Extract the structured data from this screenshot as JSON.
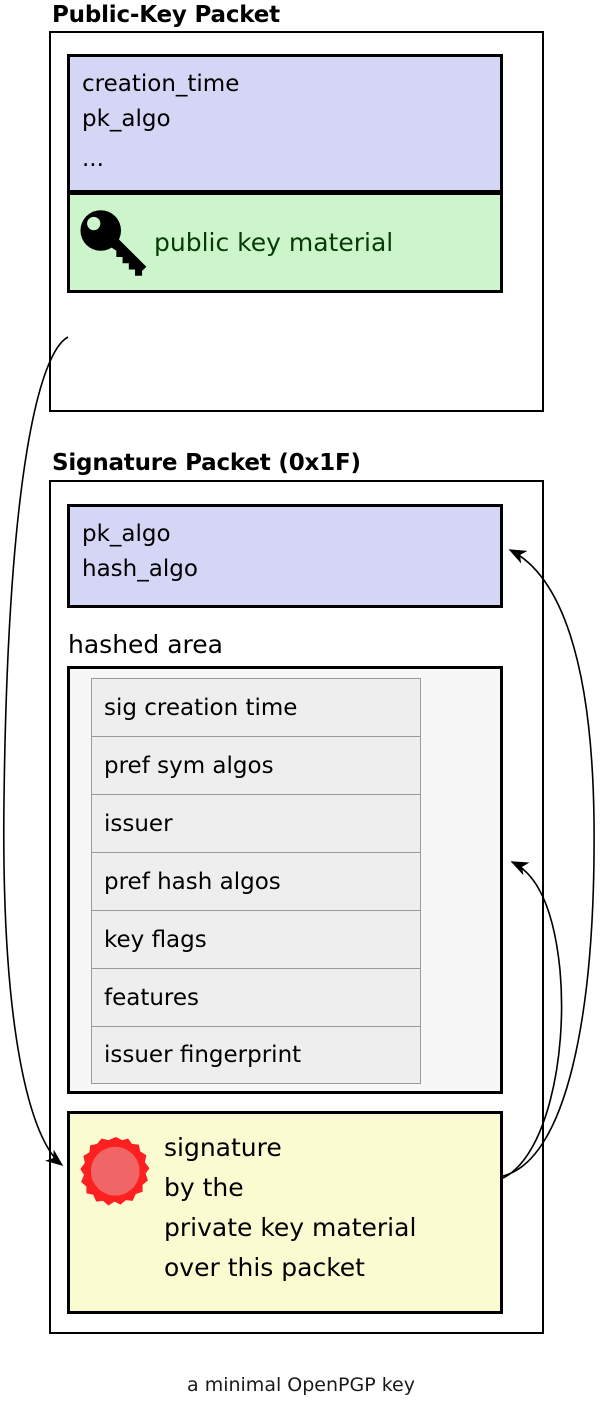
{
  "caption": "a minimal OpenPGP key",
  "colors": {
    "header_fill": "#d5d5f5",
    "key_material_fill": "#ccf5cc",
    "signature_fill": "#fbfbd2",
    "hashed_area_fill": "#f7f7f7",
    "subpacket_fill": "#eeeeee",
    "seal_red": "#fc2020",
    "seal_red_inner": "#f06565",
    "stroke": "#000000"
  },
  "public_key_packet": {
    "title": "Public-Key Packet",
    "header_fields": [
      "creation_time",
      "pk_algo",
      "..."
    ],
    "key_material": {
      "icon": "key-icon",
      "label": "public key material"
    }
  },
  "signature_packet": {
    "title": "Signature Packet (0x1F)",
    "header_fields": [
      "pk_algo",
      "hash_algo"
    ],
    "hashed_area": {
      "label": "hashed area",
      "subpackets": [
        "sig creation time",
        "pref sym algos",
        "issuer",
        "pref hash algos",
        "key flags",
        "features",
        "issuer fingerprint"
      ]
    },
    "signature_value": {
      "icon": "wax-seal-icon",
      "lines": [
        "signature",
        "by the",
        "private key material",
        "over this packet"
      ]
    }
  },
  "arrows": [
    {
      "name": "public-key-to-signature",
      "from": "public-key-packet",
      "to": "signature-value-box"
    },
    {
      "name": "signature-to-sig-header",
      "from": "signature-value-box",
      "to": "signature-header-box"
    },
    {
      "name": "signature-to-hashed-area",
      "from": "signature-value-box",
      "to": "hashed-area-box"
    }
  ]
}
